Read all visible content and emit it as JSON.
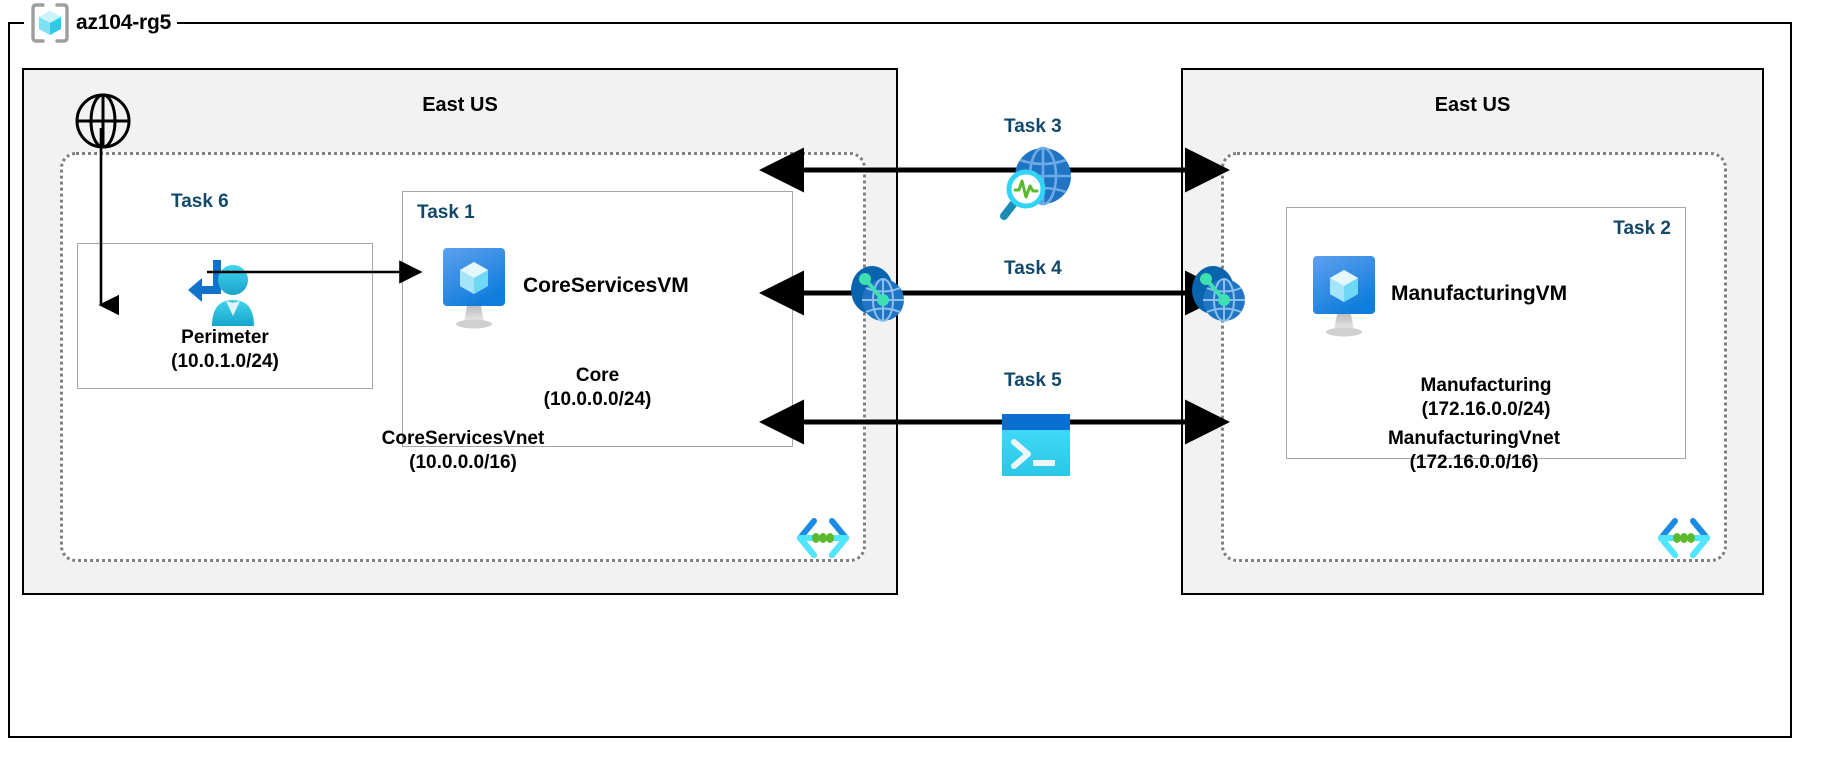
{
  "diagram": {
    "type": "azure-architecture",
    "resource_group": {
      "name": "az104-rg5",
      "icon": "resource-group-cube-icon"
    },
    "regions": [
      {
        "id": "left",
        "title": "East US"
      },
      {
        "id": "right",
        "title": "East US"
      }
    ],
    "vnets": [
      {
        "id": "core",
        "name": "CoreServicesVnet",
        "cidr": "(10.0.0.0/16)",
        "icon": "virtual-network-icon"
      },
      {
        "id": "manufacturing",
        "name": "ManufacturingVnet",
        "cidr": "(172.16.0.0/16)",
        "icon": "virtual-network-icon"
      }
    ],
    "subnets": [
      {
        "id": "perimeter",
        "name": "Perimeter",
        "cidr": "(10.0.1.0/24)",
        "task": "Task 6"
      },
      {
        "id": "core",
        "name": "Core",
        "cidr": "(10.0.0.0/24)",
        "task": "Task 1"
      },
      {
        "id": "manufacturing",
        "name": "Manufacturing",
        "cidr": "(172.16.0.0/24)",
        "task": "Task 2"
      }
    ],
    "virtual_machines": [
      {
        "id": "coreservicesvm",
        "name": "CoreServicesVM",
        "icon": "virtual-machine-icon"
      },
      {
        "id": "manufacturingvm",
        "name": "ManufacturingVM",
        "icon": "virtual-machine-icon"
      }
    ],
    "connections": [
      {
        "id": "task3",
        "task": "Task 3",
        "icon": "network-watcher-icon",
        "direction": "bidirectional"
      },
      {
        "id": "task4",
        "task": "Task 4",
        "icon": "vnet-peering-icon",
        "direction": "bidirectional"
      },
      {
        "id": "task5",
        "task": "Task 5",
        "icon": "cloud-shell-cli-icon",
        "direction": "bidirectional"
      }
    ],
    "internet": {
      "icon": "globe-internet-icon"
    },
    "bastion": {
      "icon": "bastion-user-icon"
    },
    "peering_endpoints": [
      {
        "id": "peering-left",
        "icon": "vnet-peering-icon"
      },
      {
        "id": "peering-right",
        "icon": "vnet-peering-icon"
      }
    ],
    "colors": {
      "task_label": "#12496b",
      "region_fill": "#f2f2f2",
      "region_border": "#000000",
      "vnet_border": "#7f7f7f",
      "subnet_border": "#a6a6a6",
      "azure_blue": "#0078d4",
      "azure_cyan": "#32d4f5",
      "accent_green": "#5ab92d",
      "connector": "#000000"
    }
  }
}
